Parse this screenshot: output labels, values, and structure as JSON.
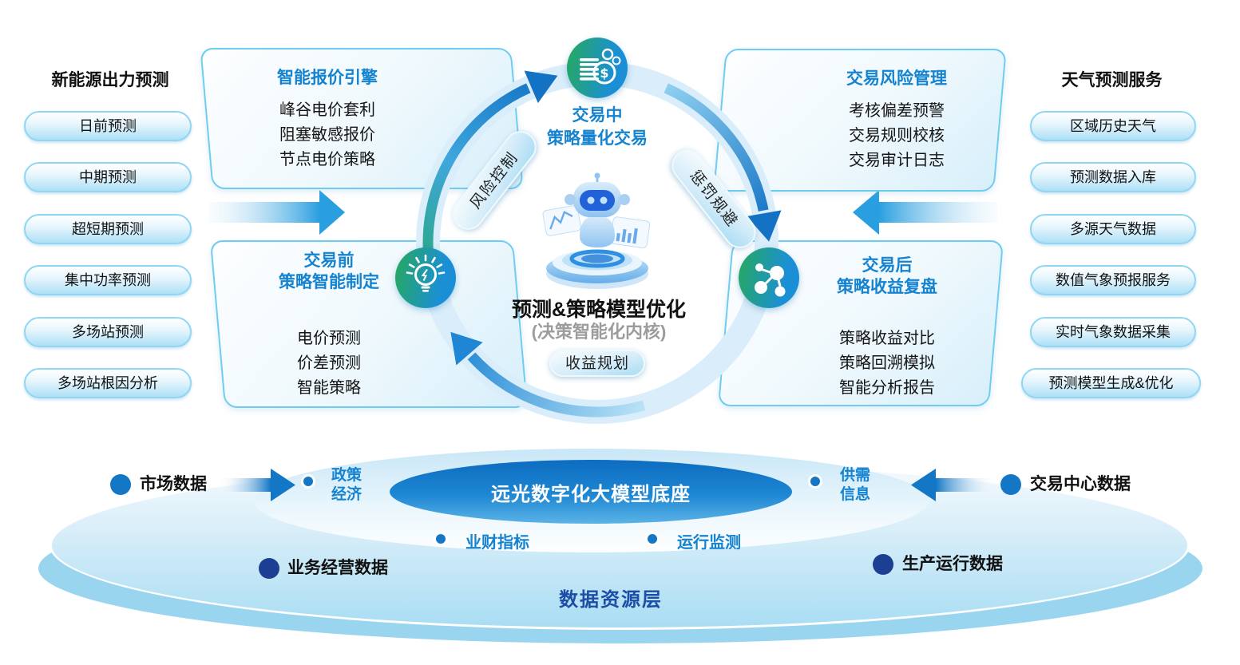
{
  "left_column": {
    "title": "新能源出力预测",
    "items": [
      "日前预测",
      "中期预测",
      "超短期预测",
      "集中功率预测",
      "多场站预测",
      "多场站根因分析"
    ]
  },
  "right_column": {
    "title": "天气预测服务",
    "items": [
      "区域历史天气",
      "预测数据入库",
      "多源天气数据",
      "数值气象预报服务",
      "实时气象数据采集",
      "预测模型生成&优化"
    ]
  },
  "cycle": {
    "in_trade": {
      "title1": "交易中",
      "title2": "策略量化交易"
    },
    "quote_engine": {
      "title": "智能报价引擎",
      "items": [
        "峰谷电价套利",
        "阻塞敏感报价",
        "节点电价策略"
      ]
    },
    "risk_mgmt": {
      "title": "交易风险管理",
      "items": [
        "考核偏差预警",
        "交易规则校核",
        "交易审计日志"
      ]
    },
    "pre_trade": {
      "title1": "交易前",
      "title2": "策略智能制定",
      "items": [
        "电价预测",
        "价差预测",
        "智能策略"
      ]
    },
    "post_trade": {
      "title1": "交易后",
      "title2": "策略收益复盘",
      "items": [
        "策略收益对比",
        "策略回溯模拟",
        "智能分析报告"
      ]
    },
    "core": {
      "title": "预测&策略模型优化",
      "subtitle": "(决策智能化内核)"
    },
    "tags": {
      "risk_control": "风险控制",
      "penalty_avoid": "惩罚规避",
      "revenue_plan": "收益规划"
    }
  },
  "data_layer": {
    "platform": "远光数字化大模型底座",
    "layer_label": "数据资源层",
    "sources": {
      "market": "市场数据",
      "trade_center": "交易中心数据",
      "business": "业务经营数据",
      "production": "生产运行数据"
    },
    "categories": {
      "policy1": "政策",
      "policy2": "经济",
      "supply1": "供需",
      "supply2": "信息",
      "finance": "业财指标",
      "monitor": "运行监测"
    }
  },
  "icons": {
    "in_trade": "coins-icon",
    "pre_trade": "lightbulb-icon",
    "post_trade": "network-icon",
    "core": "robot-illustration",
    "dollar_glyph": "$"
  },
  "colors": {
    "accent": "#1583cf",
    "navy_bullet": "#1c3f94",
    "blue_bullet": "#1377c5",
    "layer_text": "#1d4ea6",
    "subtitle_gray": "#9c9c9c",
    "icon_green": "#27a95d",
    "icon_blue": "#1b8fd6",
    "ring_light": "#d9edfa"
  }
}
